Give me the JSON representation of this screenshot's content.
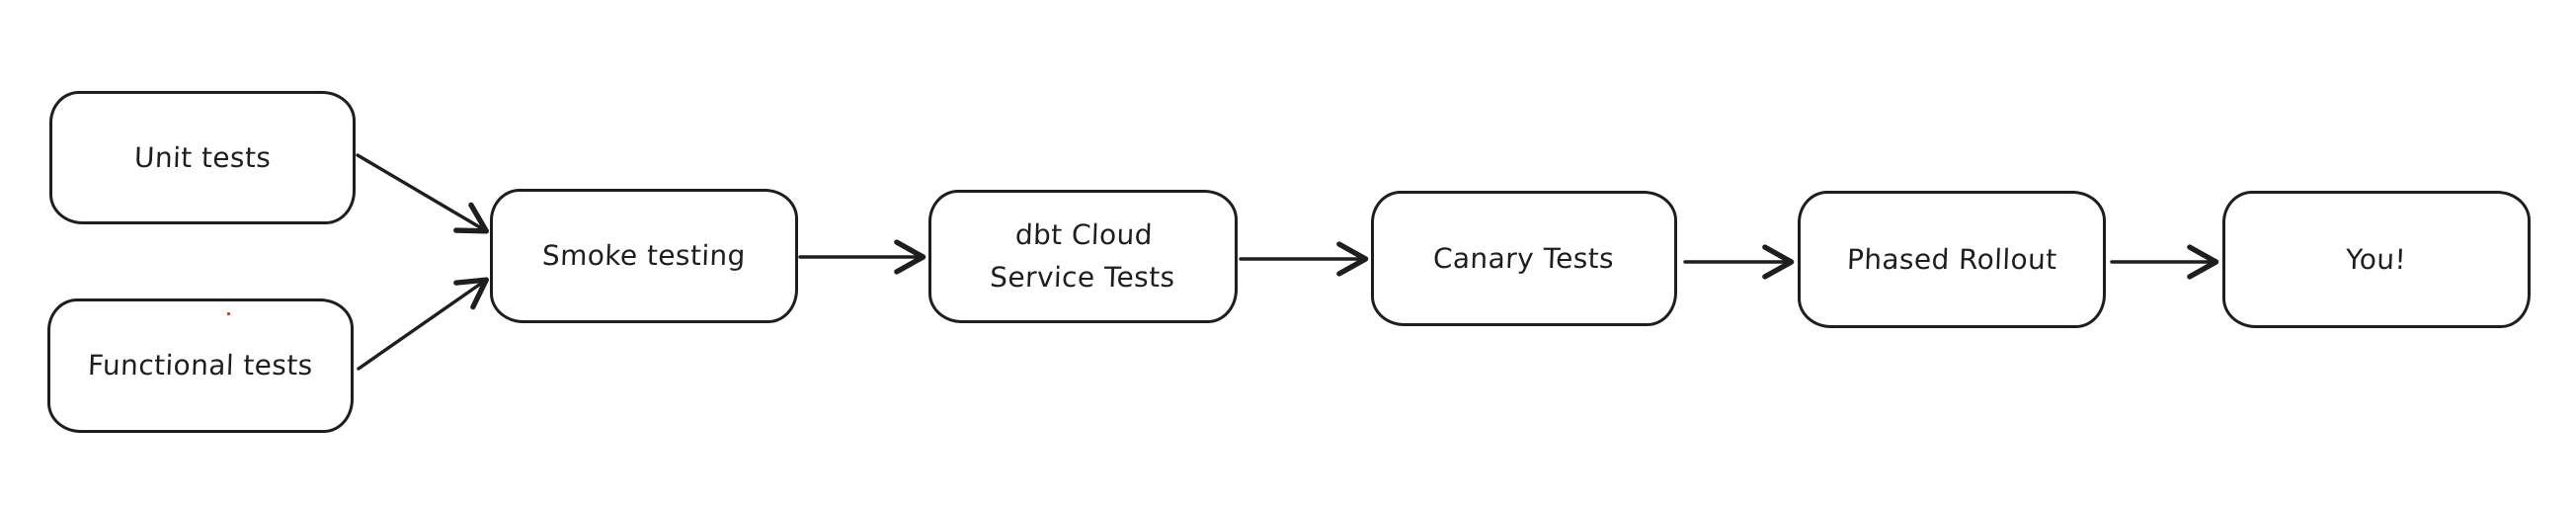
{
  "canvas": {
    "background_color": "#ffffff",
    "stroke_color": "#1e1e1e",
    "accent_mark_color": "#c0392b"
  },
  "diagram": {
    "type": "flowchart",
    "style": "hand-drawn",
    "nodes": [
      {
        "id": "unit-tests",
        "label": "Unit tests"
      },
      {
        "id": "functional-tests",
        "label": "Functional tests"
      },
      {
        "id": "smoke-testing",
        "label": "Smoke testing"
      },
      {
        "id": "dbt-cloud",
        "label": "dbt Cloud\nService Tests"
      },
      {
        "id": "canary-tests",
        "label": "Canary Tests"
      },
      {
        "id": "phased-rollout",
        "label": "Phased Rollout"
      },
      {
        "id": "you",
        "label": "You!"
      }
    ],
    "edges": [
      {
        "from": "unit-tests",
        "to": "smoke-testing"
      },
      {
        "from": "functional-tests",
        "to": "smoke-testing"
      },
      {
        "from": "smoke-testing",
        "to": "dbt-cloud"
      },
      {
        "from": "dbt-cloud",
        "to": "canary-tests"
      },
      {
        "from": "canary-tests",
        "to": "phased-rollout"
      },
      {
        "from": "phased-rollout",
        "to": "you"
      }
    ]
  }
}
